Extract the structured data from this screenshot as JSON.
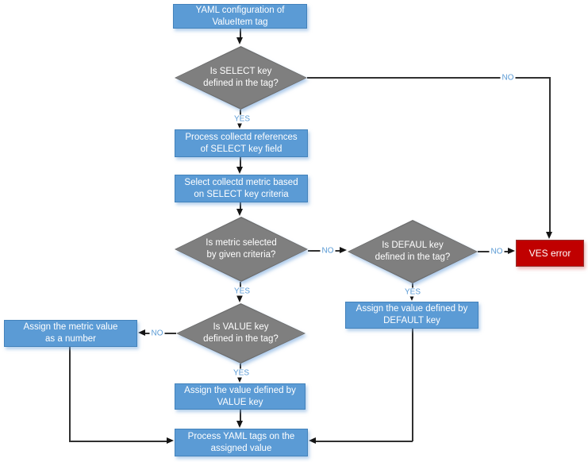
{
  "diagram": {
    "type": "flowchart",
    "nodes": {
      "start": {
        "type": "process",
        "label": "YAML configuration of\nValueItem tag"
      },
      "d_select": {
        "type": "decision",
        "label": "Is SELECT key\ndefined in the tag?"
      },
      "p_references": {
        "type": "process",
        "label": "Process collectd references\nof SELECT key field"
      },
      "p_select_metric": {
        "type": "process",
        "label": "Select collectd metric based\non SELECT key criteria"
      },
      "d_metric": {
        "type": "decision",
        "label": "Is metric selected\nby given criteria?"
      },
      "d_default": {
        "type": "decision",
        "label": "Is DEFAUL key\ndefined in the tag?"
      },
      "err_ves": {
        "type": "error",
        "label": "VES error"
      },
      "p_default": {
        "type": "process",
        "label": "Assign the value defined by\nDEFAULT key"
      },
      "d_value": {
        "type": "decision",
        "label": "Is VALUE key\ndefined in the tag?"
      },
      "p_number": {
        "type": "process",
        "label": "Assign the metric value\nas a number"
      },
      "p_value": {
        "type": "process",
        "label": "Assign the value defined by\nVALUE key"
      },
      "p_yaml": {
        "type": "process",
        "label": "Process YAML tags on the\nassigned value"
      }
    },
    "edge_labels": {
      "select_yes": "YES",
      "select_no": "NO",
      "metric_yes": "YES",
      "metric_no": "NO",
      "default_yes": "YES",
      "default_no": "NO",
      "value_yes": "YES",
      "value_no": "NO"
    },
    "colors": {
      "process_fill": "#5B9BD5",
      "process_border": "#4382BB",
      "decision_fill": "#7F7F7F",
      "decision_border": "#6D6D6D",
      "error_fill": "#C00000",
      "error_border": "#943634",
      "edge_label": "#5B9BD5",
      "line": "#303030",
      "background": "#FFFFFF"
    }
  }
}
